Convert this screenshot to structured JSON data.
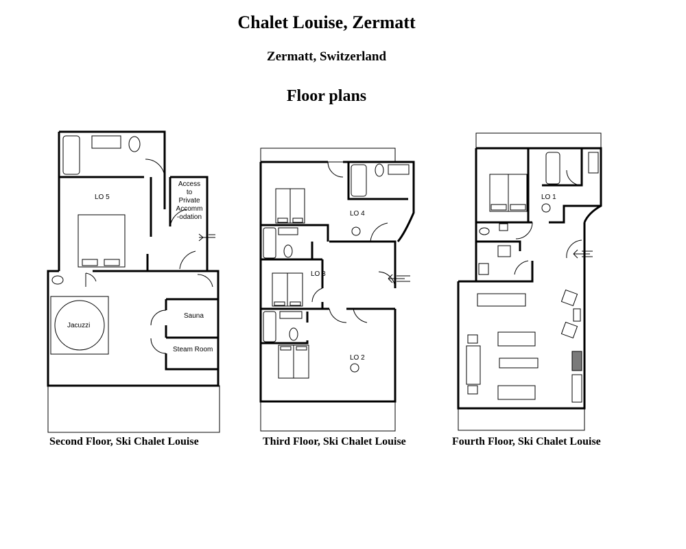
{
  "header": {
    "title": "Chalet Louise, Zermatt",
    "location": "Zermatt, Switzerland",
    "section": "Floor plans"
  },
  "plans": {
    "second": {
      "caption": "Second Floor, Ski Chalet Louise",
      "rooms": {
        "lo5": "LO 5",
        "access": [
          "Access",
          "to",
          "Private",
          "Accomm",
          "-odation"
        ],
        "jacuzzi": "Jacuzzi",
        "sauna": "Sauna",
        "steam": "Steam Room"
      }
    },
    "third": {
      "caption": "Third Floor, Ski Chalet Louise",
      "rooms": {
        "lo4": "LO 4",
        "lo3": "LO 3",
        "lo2": "LO 2"
      }
    },
    "fourth": {
      "caption": "Fourth Floor, Ski Chalet Louise",
      "rooms": {
        "lo1": "LO 1"
      }
    }
  }
}
